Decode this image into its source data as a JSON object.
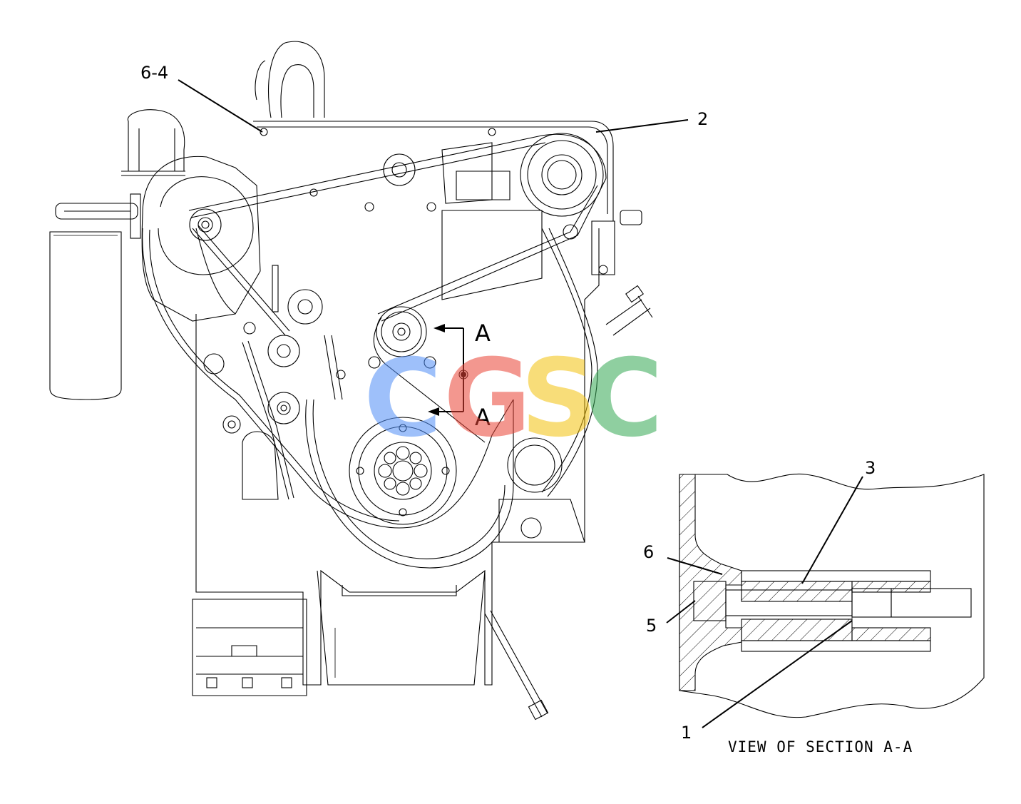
{
  "labels": {
    "l64": "6-4",
    "l2": "2",
    "l3": "3",
    "l6": "6",
    "l5": "5",
    "l1": "1",
    "secA1": "A",
    "secA2": "A"
  },
  "section_caption": "VIEW OF SECTION A-A",
  "watermark": {
    "letters": [
      "C",
      "G",
      "S",
      "C"
    ],
    "colors": [
      "#4f8ef7",
      "#ea4335",
      "#f4c20d",
      "#34a853"
    ]
  }
}
